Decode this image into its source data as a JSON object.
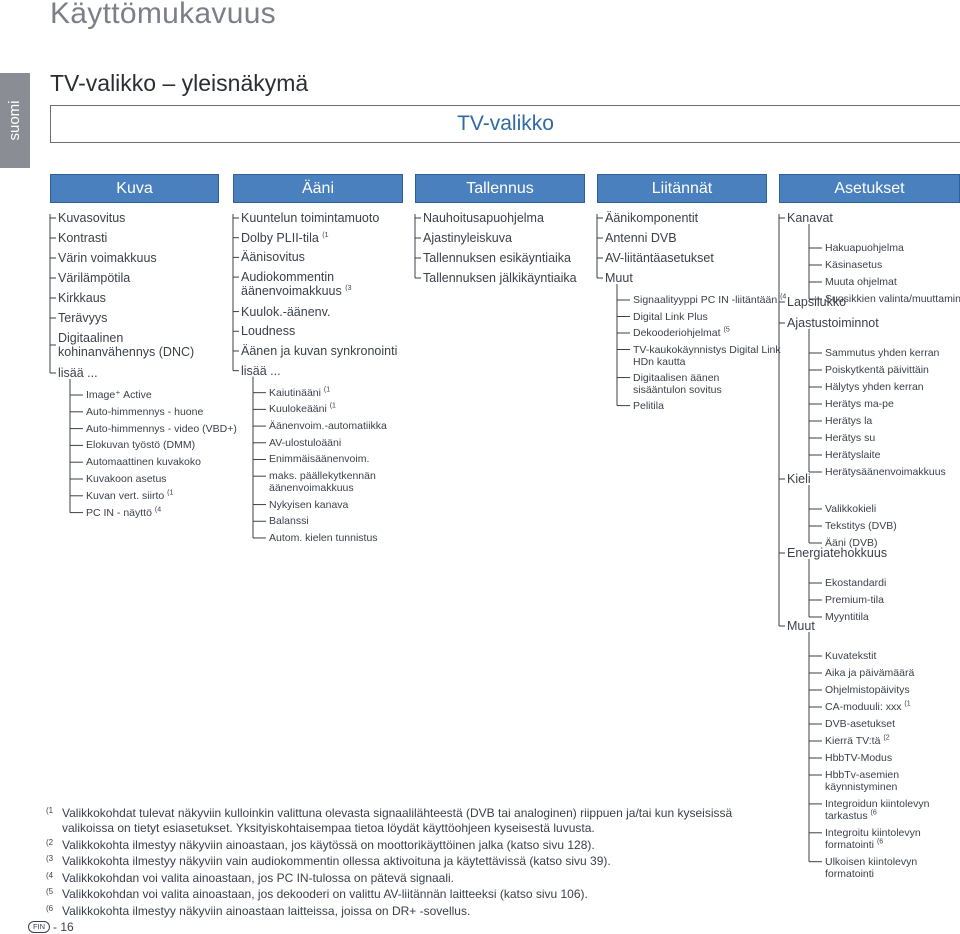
{
  "page": {
    "heading": "Käyttömukavuus",
    "side_tab": "suomi",
    "section_title": "TV-valikko – yleisnäkymä",
    "root": "TV-valikko",
    "page_badge": "FIN",
    "page_number": "- 16"
  },
  "columns": [
    {
      "title": "Kuva",
      "items": [
        {
          "label": "Kuvasovitus"
        },
        {
          "label": "Kontrasti"
        },
        {
          "label": "Värin voimakkuus"
        },
        {
          "label": "Värilämpötila"
        },
        {
          "label": "Kirkkaus"
        },
        {
          "label": "Terävyys"
        },
        {
          "label": "Digitaalinen\nkohinanvähennys (DNC)"
        },
        {
          "label": "lisää ...",
          "children": [
            {
              "label": "Image⁺ Active"
            },
            {
              "label": "Auto-himmennys - huone"
            },
            {
              "label": "Auto-himmennys - video (VBD+)"
            },
            {
              "label": "Elokuvan työstö (DMM)"
            },
            {
              "label": "Automaattinen kuvakoko"
            },
            {
              "label": "Kuvakoon asetus"
            },
            {
              "label": "Kuvan vert. siirto",
              "note": "(1"
            },
            {
              "label": "PC IN - näyttö",
              "note": "(4"
            }
          ]
        }
      ]
    },
    {
      "title": "Ääni",
      "items": [
        {
          "label": "Kuuntelun toimintamuoto"
        },
        {
          "label": "Dolby PLII-tila",
          "note": "(1"
        },
        {
          "label": "Äänisovitus"
        },
        {
          "label": "Audiokommentin\näänenvoimakkuus",
          "note": "(3"
        },
        {
          "label": "Kuulok.-äänenv."
        },
        {
          "label": "Loudness"
        },
        {
          "label": "Äänen ja kuvan synkronointi"
        },
        {
          "label": "lisää ...",
          "children": [
            {
              "label": "Kaiutinääni",
              "note": "(1"
            },
            {
              "label": "Kuulokeääni",
              "note": "(1"
            },
            {
              "label": "Äänenvoim.-automatiikka"
            },
            {
              "label": "AV-ulostuloääni"
            },
            {
              "label": "Enimmäisäänenvoim."
            },
            {
              "label": "maks. päällekytkennän\näänenvoimakkuus"
            },
            {
              "label": "Nykyisen kanava"
            },
            {
              "label": "Balanssi"
            },
            {
              "label": "Autom. kielen tunnistus"
            }
          ]
        }
      ]
    },
    {
      "title": "Tallennus",
      "items": [
        {
          "label": "Nauhoitusapuohjelma"
        },
        {
          "label": "Ajastinyleiskuva"
        },
        {
          "label": "Tallennuksen esikäyntiaika"
        },
        {
          "label": "Tallennuksen jälkikäyntiaika"
        }
      ]
    },
    {
      "title": "Liitännät",
      "items": [
        {
          "label": "Äänikomponentit"
        },
        {
          "label": "Antenni DVB"
        },
        {
          "label": "AV-liitäntäasetukset"
        },
        {
          "label": "Muut",
          "children": [
            {
              "label": "Signaalityyppi PC IN -liitäntään",
              "note": "(4"
            },
            {
              "label": "Digital Link Plus"
            },
            {
              "label": "Dekooderiohjelmat",
              "note": "(5"
            },
            {
              "label": "TV-kaukokäynnistys Digital Link\nHDn kautta"
            },
            {
              "label": "Digitaalisen äänen\nsisääntulon sovitus"
            },
            {
              "label": "Pelitila"
            }
          ]
        }
      ]
    },
    {
      "title": "Asetukset",
      "items": [
        {
          "label": "Kanavat",
          "children": [
            {
              "label": "Hakuapuohjelma"
            },
            {
              "label": "Käsinasetus"
            },
            {
              "label": "Muuta ohjelmat"
            },
            {
              "label": "Suosikkien valinta/muuttaminen"
            }
          ]
        },
        {
          "label": "Lapsilukko"
        },
        {
          "label": "Ajastustoiminnot",
          "children": [
            {
              "label": "Sammutus yhden kerran"
            },
            {
              "label": "Poiskytkentä päivittäin"
            },
            {
              "label": "Hälytys yhden kerran"
            },
            {
              "label": "Herätys ma-pe"
            },
            {
              "label": "Herätys la"
            },
            {
              "label": "Herätys su"
            },
            {
              "label": "Herätyslaite"
            },
            {
              "label": "Herätysäänenvoimakkuus"
            }
          ]
        },
        {
          "label": "Kieli",
          "children": [
            {
              "label": "Valikkokieli"
            },
            {
              "label": "Tekstitys (DVB)"
            },
            {
              "label": "Ääni (DVB)"
            }
          ]
        },
        {
          "label": "Energiatehokkuus",
          "children": [
            {
              "label": "Ekostandardi"
            },
            {
              "label": "Premium-tila"
            },
            {
              "label": "Myyntitila"
            }
          ]
        },
        {
          "label": "Muut",
          "children": [
            {
              "label": "Kuvatekstit"
            },
            {
              "label": "Aika ja päivämäärä"
            },
            {
              "label": "Ohjelmistopäivitys"
            },
            {
              "label": "CA-moduuli: xxx",
              "note": "(1"
            },
            {
              "label": "DVB-asetukset"
            },
            {
              "label": "Kierrä TV:tä",
              "note": "(2"
            },
            {
              "label": "HbbTV-Modus"
            },
            {
              "label": "HbbTv-asemien\nkäynnistyminen"
            },
            {
              "label": "Integroidun kiintolevyn\ntarkastus",
              "note": "(6"
            },
            {
              "label": "Integroitu kiintolevyn\nformatointi",
              "note": "(6"
            },
            {
              "label": "Ulkoisen kiintolevyn\nformatointi"
            }
          ]
        }
      ]
    }
  ],
  "footnotes": [
    {
      "mark": "(1",
      "text": "Valikkokohdat tulevat näkyviin kulloinkin valittuna olevasta signaalilähteestä (DVB tai analoginen) riippuen ja/tai kun kyseisissä valikoissa on tietyt esiasetukset. Yksityiskohtaisempaa tietoa löydät käyttöohjeen kyseisestä luvusta."
    },
    {
      "mark": "(2",
      "text": "Valikkokohta ilmestyy näkyviin ainoastaan, jos käytössä on moottorikäyttöinen jalka (katso sivu 128)."
    },
    {
      "mark": "(3",
      "text": "Valikkokohta ilmestyy näkyviin vain audiokommentin ollessa aktivoituna ja käytettävissä (katso sivu 39)."
    },
    {
      "mark": "(4",
      "text": "Valikkokohdan voi valita ainoastaan, jos PC IN-tulossa on pätevä signaali."
    },
    {
      "mark": "(5",
      "text": "Valikkokohdan voi valita ainoastaan, jos dekooderi on valittu AV-liitännän laitteeksi (katso sivu 106)."
    },
    {
      "mark": "(6",
      "text": "Valikkokohta ilmestyy näkyviin ainoastaan laitteissa, joissa on DR+ -sovellus."
    }
  ]
}
